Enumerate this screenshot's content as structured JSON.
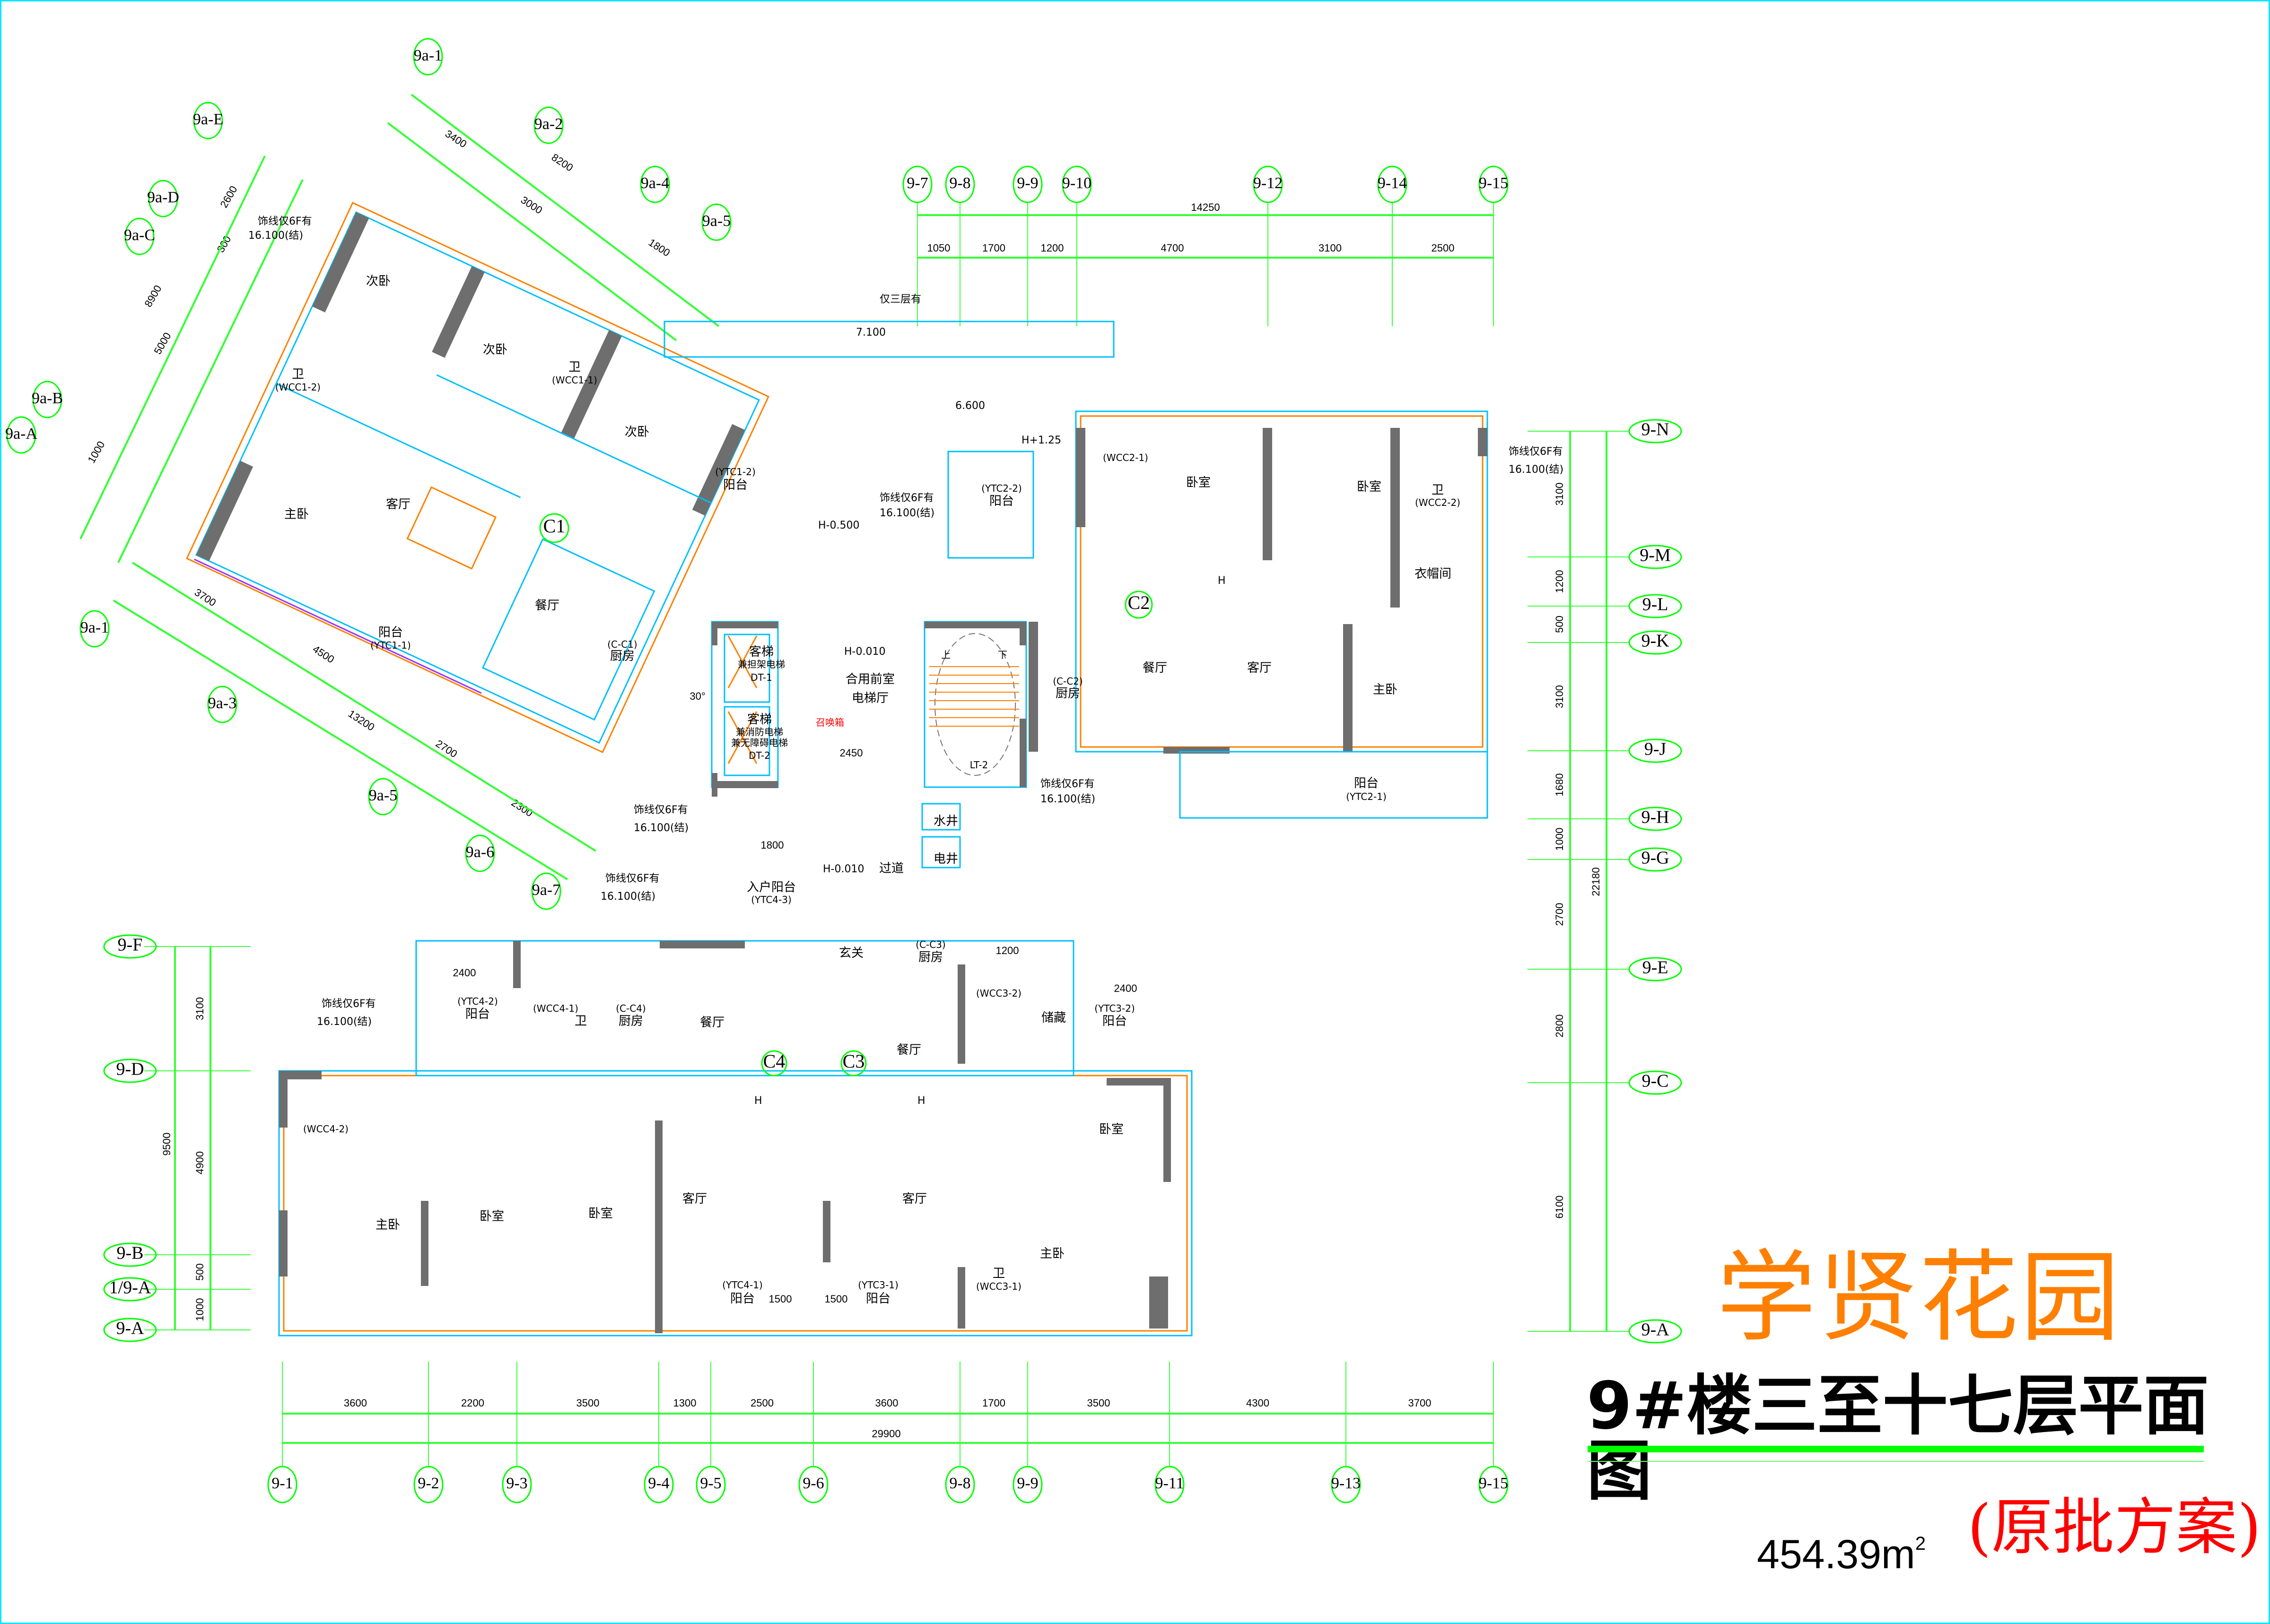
{
  "title": {
    "project": "学贤花园",
    "drawing": "9#楼三至十七层平面图",
    "area_value": "454.39m",
    "area_unit_sup": "2",
    "scheme": "(原批方案)"
  },
  "axes": {
    "top": [
      "9-7",
      "9-8",
      "9-9",
      "9-10",
      "9-12",
      "9-14",
      "9-15"
    ],
    "top_total": "14250",
    "top_dims": [
      "1050",
      "1700",
      "1200",
      "4700",
      "3100",
      "2500"
    ],
    "bottom": [
      "9-1",
      "9-2",
      "9-3",
      "9-4",
      "9-5",
      "9-6",
      "9-8",
      "9-9",
      "9-11",
      "9-13",
      "9-15"
    ],
    "bottom_dims": [
      "3600",
      "2200",
      "3500",
      "1300",
      "2500",
      "3600",
      "1700",
      "3500",
      "4300",
      "3700"
    ],
    "bottom_total": "29900",
    "right": [
      "9-N",
      "9-M",
      "9-L",
      "9-K",
      "9-J",
      "9-H",
      "9-G",
      "9-E",
      "9-C",
      "9-A"
    ],
    "right_dims": [
      "3100",
      "1200",
      "500",
      "3100",
      "1680",
      "1000",
      "2700",
      "2800",
      "6100"
    ],
    "right_total": "22180",
    "left": [
      "9-F",
      "9-D",
      "9-B",
      "1/9-A",
      "9-A"
    ],
    "left_dims": [
      "3100",
      "4900",
      "500",
      "1000"
    ],
    "left_total": "9500",
    "rotated": [
      "9a-1",
      "9a-2",
      "9a-4",
      "9a-5",
      "9a-E",
      "9a-D",
      "9a-C",
      "9a-B",
      "9a-A",
      "9a-1",
      "9a-3",
      "9a-5",
      "9a-6",
      "9a-7"
    ],
    "rotated_dims": [
      "3400",
      "8200",
      "3000",
      "1800",
      "2600",
      "300",
      "8900",
      "5000",
      "1000",
      "3700",
      "4500",
      "13200",
      "2700",
      "2300"
    ]
  },
  "units": [
    "C1",
    "C2",
    "C3",
    "C4"
  ],
  "rooms": {
    "c1": [
      "次卧",
      "次卧",
      "次卧",
      "卫",
      "(WCC1-2)",
      "卫",
      "(WCC1-1)",
      "主卧",
      "客厅",
      "餐厅",
      "(C-C1)",
      "厨房",
      "阳台",
      "(YTC1-1)",
      "(YTC1-2)",
      "阳台"
    ],
    "core": [
      "客梯",
      "兼担架电梯",
      "DT-1",
      "客梯",
      "兼消防电梯",
      "兼无障碍电梯",
      "DT-2",
      "合用前室",
      "电梯厅",
      "LT-2",
      "上",
      "下",
      "水井",
      "电井",
      "过道",
      "召唤箱",
      "入户阳台",
      "(YTC4-3)",
      "玄关"
    ],
    "c2": [
      "卧室",
      "卧室",
      "卫",
      "(WCC2-2)",
      "(WCC2-1)",
      "衣帽间",
      "主卧",
      "客厅",
      "餐厅",
      "(C-C2)",
      "厨房",
      "阳台",
      "(YTC2-1)",
      "(YTC2-2)",
      "阳台"
    ],
    "c3": [
      "(C-C3)",
      "厨房",
      "储藏",
      "(YTC3-2)",
      "阳台",
      "餐厅",
      "卧室",
      "主卧",
      "卫",
      "(WCC3-1)",
      "客厅",
      "(YTC3-1)",
      "阳台",
      "(WCC3-2)"
    ],
    "c4": [
      "(YTC4-2)",
      "阳台",
      "(WCC4-1)",
      "卫",
      "(C-C4)",
      "厨房",
      "餐厅",
      "(WCC4-2)",
      "主卧",
      "卧室",
      "卧室",
      "客厅",
      "(YTC4-1)",
      "阳台"
    ]
  },
  "notes": {
    "trim": "饰线仅6F有",
    "trim_elev": "16.100(结)",
    "third_only": "仅三层有",
    "elev_7100": "7.100",
    "elev_6600": "6.600",
    "h_minus_0010": "H-0.010",
    "h_minus_0500": "H-0.500",
    "h_plus_125": "H+1.25",
    "h": "H",
    "dim_2450": "2450",
    "dim_1800": "1800",
    "dim_2400": "2400",
    "dim_1500": "1500",
    "dim_1200": "1200",
    "angle": "30°"
  }
}
